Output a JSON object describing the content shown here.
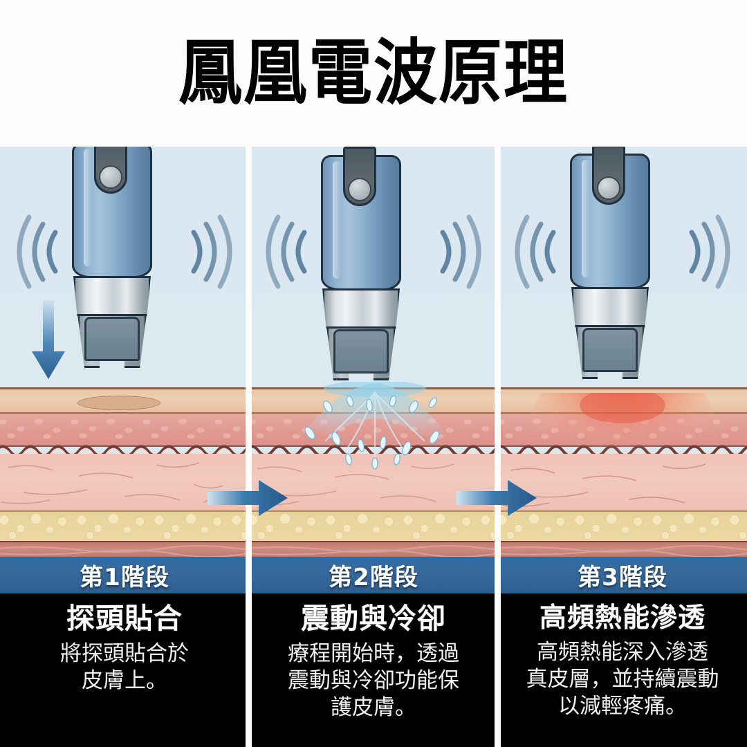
{
  "title": "鳳凰電波原理",
  "colors": {
    "band_blue": "#31689d",
    "caption_bg": "#000000",
    "illustration_bg": "#dce9f1",
    "device_blue": "#7fa5c6",
    "arrow_blue": "#2f6ea8",
    "cooling_blue": "#7ec3e8",
    "heat_red": "#e0564a",
    "epidermis": "#e8c5a6",
    "dermis": "#f0c3b8",
    "fat": "#e8d49a",
    "muscle": "#c2796f"
  },
  "panels": [
    {
      "stage_label": "第1階段",
      "heading": "探頭貼合",
      "body_lines": [
        "將探頭貼合於",
        "皮膚上。"
      ],
      "icons": {
        "device": "rf-handpiece-icon",
        "vibration_left": "vibration-waves-icon",
        "vibration_right": "vibration-waves-icon",
        "motion": "arrow-down-icon"
      },
      "effect": "skin-contact-mark"
    },
    {
      "stage_label": "第2階段",
      "heading": "震動與冷卻",
      "body_lines": [
        "療程開始時，透過",
        "震動與冷卻功能保",
        "護皮膚。"
      ],
      "icons": {
        "device": "rf-handpiece-icon",
        "vibration_left": "vibration-waves-icon",
        "vibration_right": "vibration-waves-icon",
        "motion": "arrow-right-icon"
      },
      "effect": "cooling-spray"
    },
    {
      "stage_label": "第3階段",
      "heading": "高頻熱能滲透",
      "body_lines": [
        "高頻熱能深入滲透",
        "真皮層，並持續震動",
        "以減輕疼痛。"
      ],
      "icons": {
        "device": "rf-handpiece-icon",
        "vibration_left": "vibration-waves-icon",
        "vibration_right": "vibration-waves-icon",
        "motion": "arrow-right-icon"
      },
      "effect": "heat-penetration-glow"
    }
  ],
  "skin_layers": [
    {
      "name": "epidermis"
    },
    {
      "name": "granular-layer"
    },
    {
      "name": "dermis"
    },
    {
      "name": "subcutaneous-fat"
    },
    {
      "name": "muscle"
    }
  ]
}
